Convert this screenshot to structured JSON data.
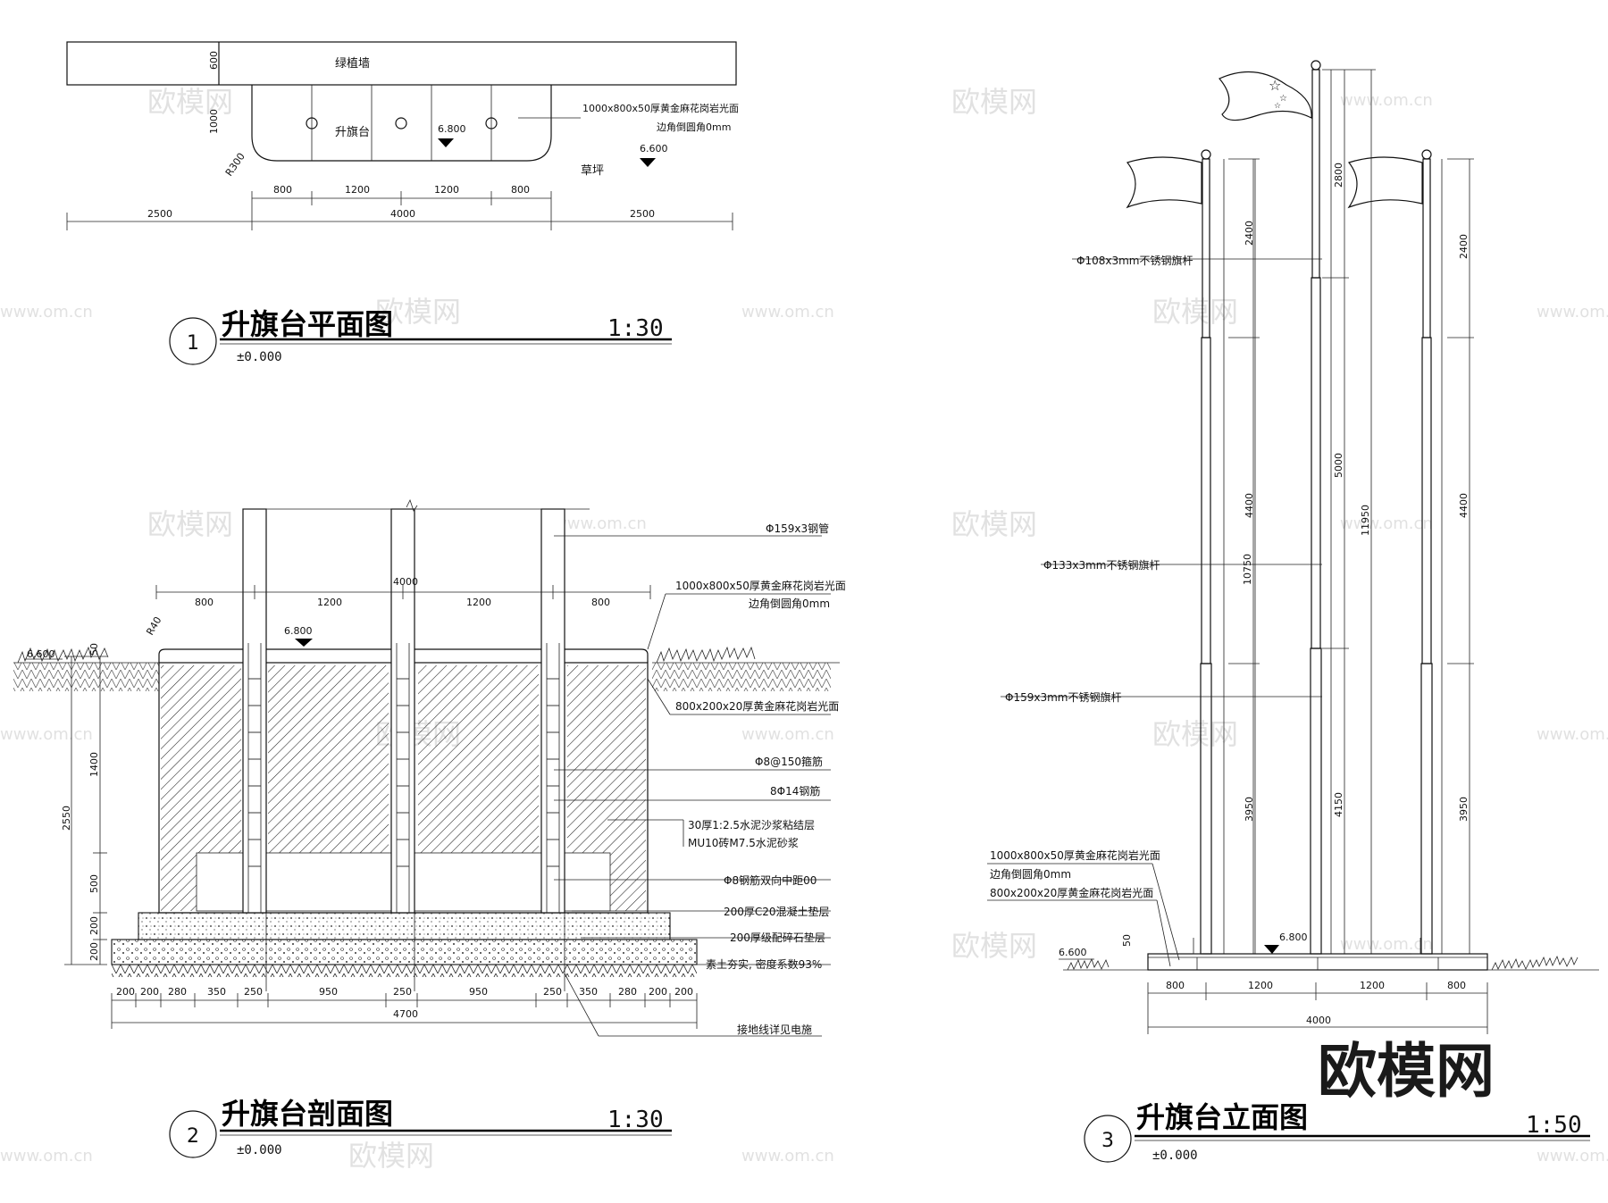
{
  "plan": {
    "wall_label": "绿植墙",
    "platform_label": "升旗台",
    "lawn_label": "草坪",
    "stone_note_1": "1000x800x50厚黄金麻花岗岩光面",
    "stone_note_2": "边角倒圆角0mm",
    "elev_top": "6.800",
    "elev_lawn": "6.600",
    "radius": "R300",
    "dim_600": "600",
    "dim_1000": "1000",
    "dims_top": [
      "800",
      "1200",
      "1200",
      "800"
    ],
    "dims_total": [
      "2500",
      "4000",
      "2500"
    ],
    "title": "升旗台平面图",
    "scale": "1:30",
    "num": "1",
    "level": "±0.000"
  },
  "section": {
    "pipe_note": "Φ159x3钢管",
    "stone_note_1": "1000x800x50厚黄金麻花岗岩光面",
    "stone_note_2": "边角倒圆角0mm",
    "side_note": "800x200x20厚黄金麻花岗岩光面",
    "stirrup_note": "Φ8@150箍筋",
    "rebar_note": "8Φ14钢筋",
    "mortar_note": "30厚1:2.5水泥沙浆粘结层",
    "brick_note": "MU10砖M7.5水泥砂浆",
    "mesh_note": "Φ8钢筋双向中距00",
    "concrete_note": "200厚C20混凝土垫层",
    "gravel_note": "200厚级配碎石垫层",
    "soil_note": "素土夯实, 密度系数93%",
    "ground_note": "接地线详见电施",
    "radius": "R40",
    "elev_top": "6.800",
    "elev_lawn": "6.600",
    "dim_total_top": "4000",
    "dims_top": [
      "800",
      "1200",
      "1200",
      "800"
    ],
    "dims_left": [
      "2550",
      "1400",
      "500",
      "200",
      "200",
      "50"
    ],
    "dims_bottom": [
      "200",
      "200",
      "280",
      "350",
      "250",
      "950",
      "250",
      "950",
      "250",
      "350",
      "280",
      "200",
      "200"
    ],
    "dim_total_bottom": "4700",
    "title": "升旗台剖面图",
    "scale": "1:30",
    "num": "2",
    "level": "±0.000"
  },
  "elevation": {
    "pole1_note": "Φ108x3mm不锈钢旗杆",
    "pole2_note": "Φ133x3mm不锈钢旗杆",
    "pole3_note": "Φ159x3mm不锈钢旗杆",
    "stone_note_1": "1000x800x50厚黄金麻花岗岩光面",
    "stone_note_2": "边角倒圆角0mm",
    "stone_note_3": "800x200x20厚黄金麻花岗岩光面",
    "elev_top": "6.800",
    "elev_lawn": "6.600",
    "dim_50": "50",
    "side_dims": [
      "2400",
      "4400",
      "3950"
    ],
    "center_dims": [
      "2800",
      "5000",
      "4150"
    ],
    "total_side": "10750",
    "total_center": "11950",
    "dims_bottom": [
      "800",
      "1200",
      "1200",
      "800"
    ],
    "dim_total": "4000",
    "title": "升旗台立面图",
    "scale": "1:50",
    "num": "3",
    "level": "±0.000"
  },
  "watermarks": [
    "欧模网",
    "www.om.cn"
  ],
  "brand": "欧模网"
}
